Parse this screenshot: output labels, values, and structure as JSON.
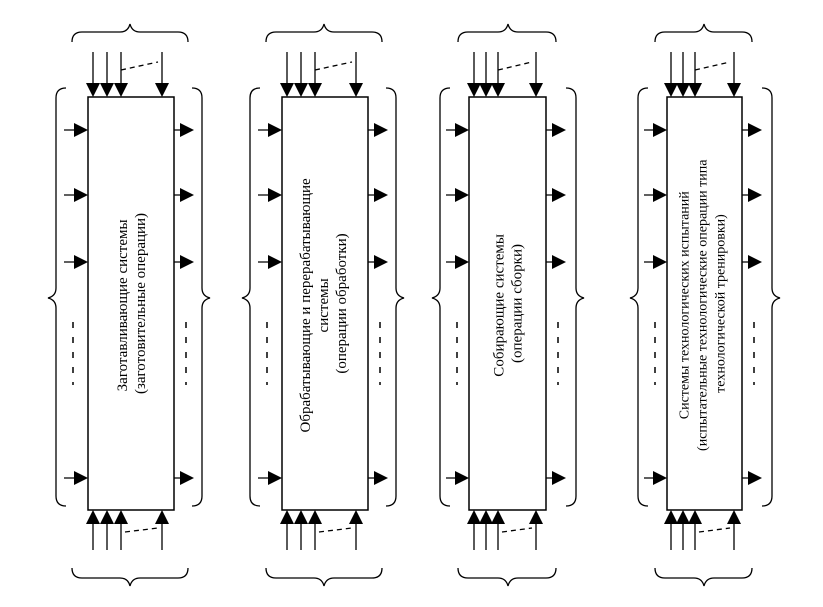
{
  "systems": [
    {
      "lines": [
        "Заготавливающие  системы",
        "(заготовительные операции)"
      ]
    },
    {
      "lines": [
        "Обрабатывающие и перерабатывающие",
        "системы",
        "(операции обработки)"
      ]
    },
    {
      "lines": [
        "Собирающие системы",
        "(операции сборки)"
      ]
    },
    {
      "lines": [
        "Системы технологических испытаний",
        "(испытательные технологические операции типа",
        "технологической тренировки)"
      ]
    }
  ]
}
